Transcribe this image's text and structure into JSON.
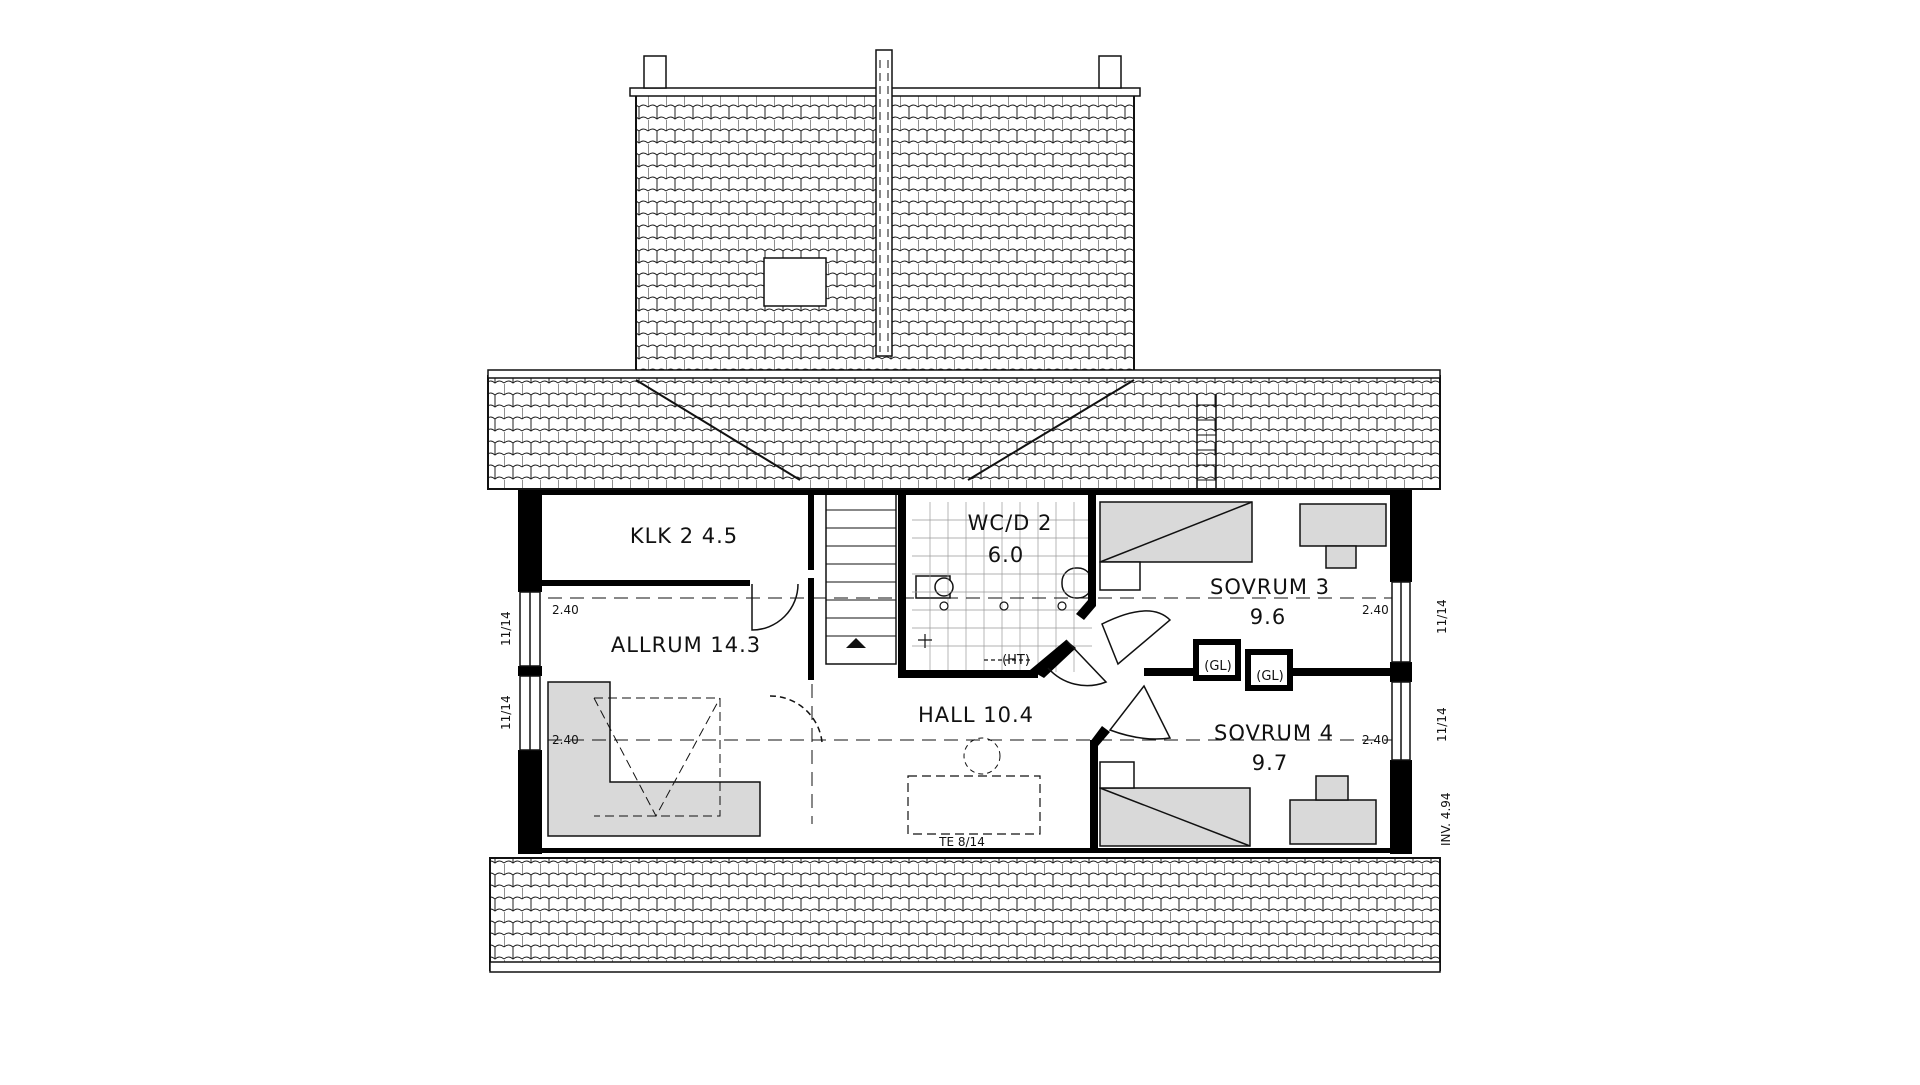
{
  "rooms": {
    "klk2": "KLK 2 4.5",
    "wcd2_name": "WC/D 2",
    "wcd2_area": "6.0",
    "sovrum3_name": "SOVRUM 3",
    "sovrum3_area": "9.6",
    "allrum": "ALLRUM 14.3",
    "hall": "HALL 10.4",
    "sovrum4_name": "SOVRUM 4",
    "sovrum4_area": "9.7"
  },
  "fixtures": {
    "ht": "(HT)",
    "gl": "(GL)",
    "te": "TE 8/14"
  },
  "annotations": {
    "height_240": "2.40",
    "window_11_14": "11/14",
    "inv": "INV. 4.94"
  },
  "colors": {
    "line": "#111111",
    "wall": "#000000",
    "furniture_fill": "#d9d9d9",
    "background": "#ffffff"
  }
}
